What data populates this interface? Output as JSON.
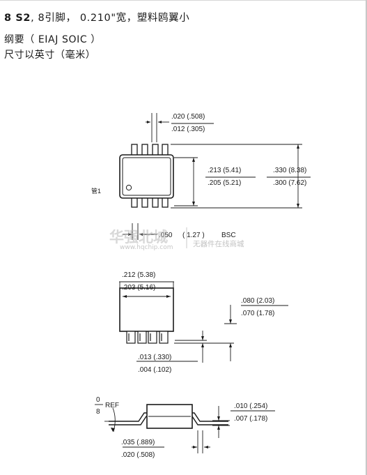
{
  "header": {
    "line1_bold": "8 S2",
    "line1_rest": ", 8引脚， 0.210\"宽，塑料鸥翼小",
    "line2": "纲要（ EIAJ SOIC ）",
    "line3": "尺寸以英寸（毫米）"
  },
  "top_view": {
    "lead_width_max": ".020 (.508)",
    "lead_width_min": ".012 (.305)",
    "body_width_max": ".213 (5.41)",
    "body_width_min": ".205 (5.21)",
    "overall_width_max": ".330 (8.38)",
    "overall_width_min": ".300 (7.62)",
    "pin1_label": "管1",
    "pitch_value": ".050",
    "pitch_metric": "( 1.27 )",
    "pitch_suffix": "BSC"
  },
  "side_view": {
    "body_length_max": ".212 (5.38)",
    "body_length_min": ".203 (5.16)",
    "height_max": ".080 (2.03)",
    "height_min": ".070 (1.78)",
    "standoff_max": ".013 (.330)",
    "standoff_min": ".004 (.102)"
  },
  "end_view": {
    "angle_top": "0",
    "angle_bottom": "8",
    "angle_ref": "REF",
    "foot_max": ".035 (.889)",
    "foot_min": ".020 (.508)",
    "lead_thk_max": ".010 (.254)",
    "lead_thk_min": ".007 (.178)"
  },
  "watermark": {
    "brand": "华强北城",
    "url": "www.hqchip.com",
    "tagline": "无器件在线商城"
  }
}
